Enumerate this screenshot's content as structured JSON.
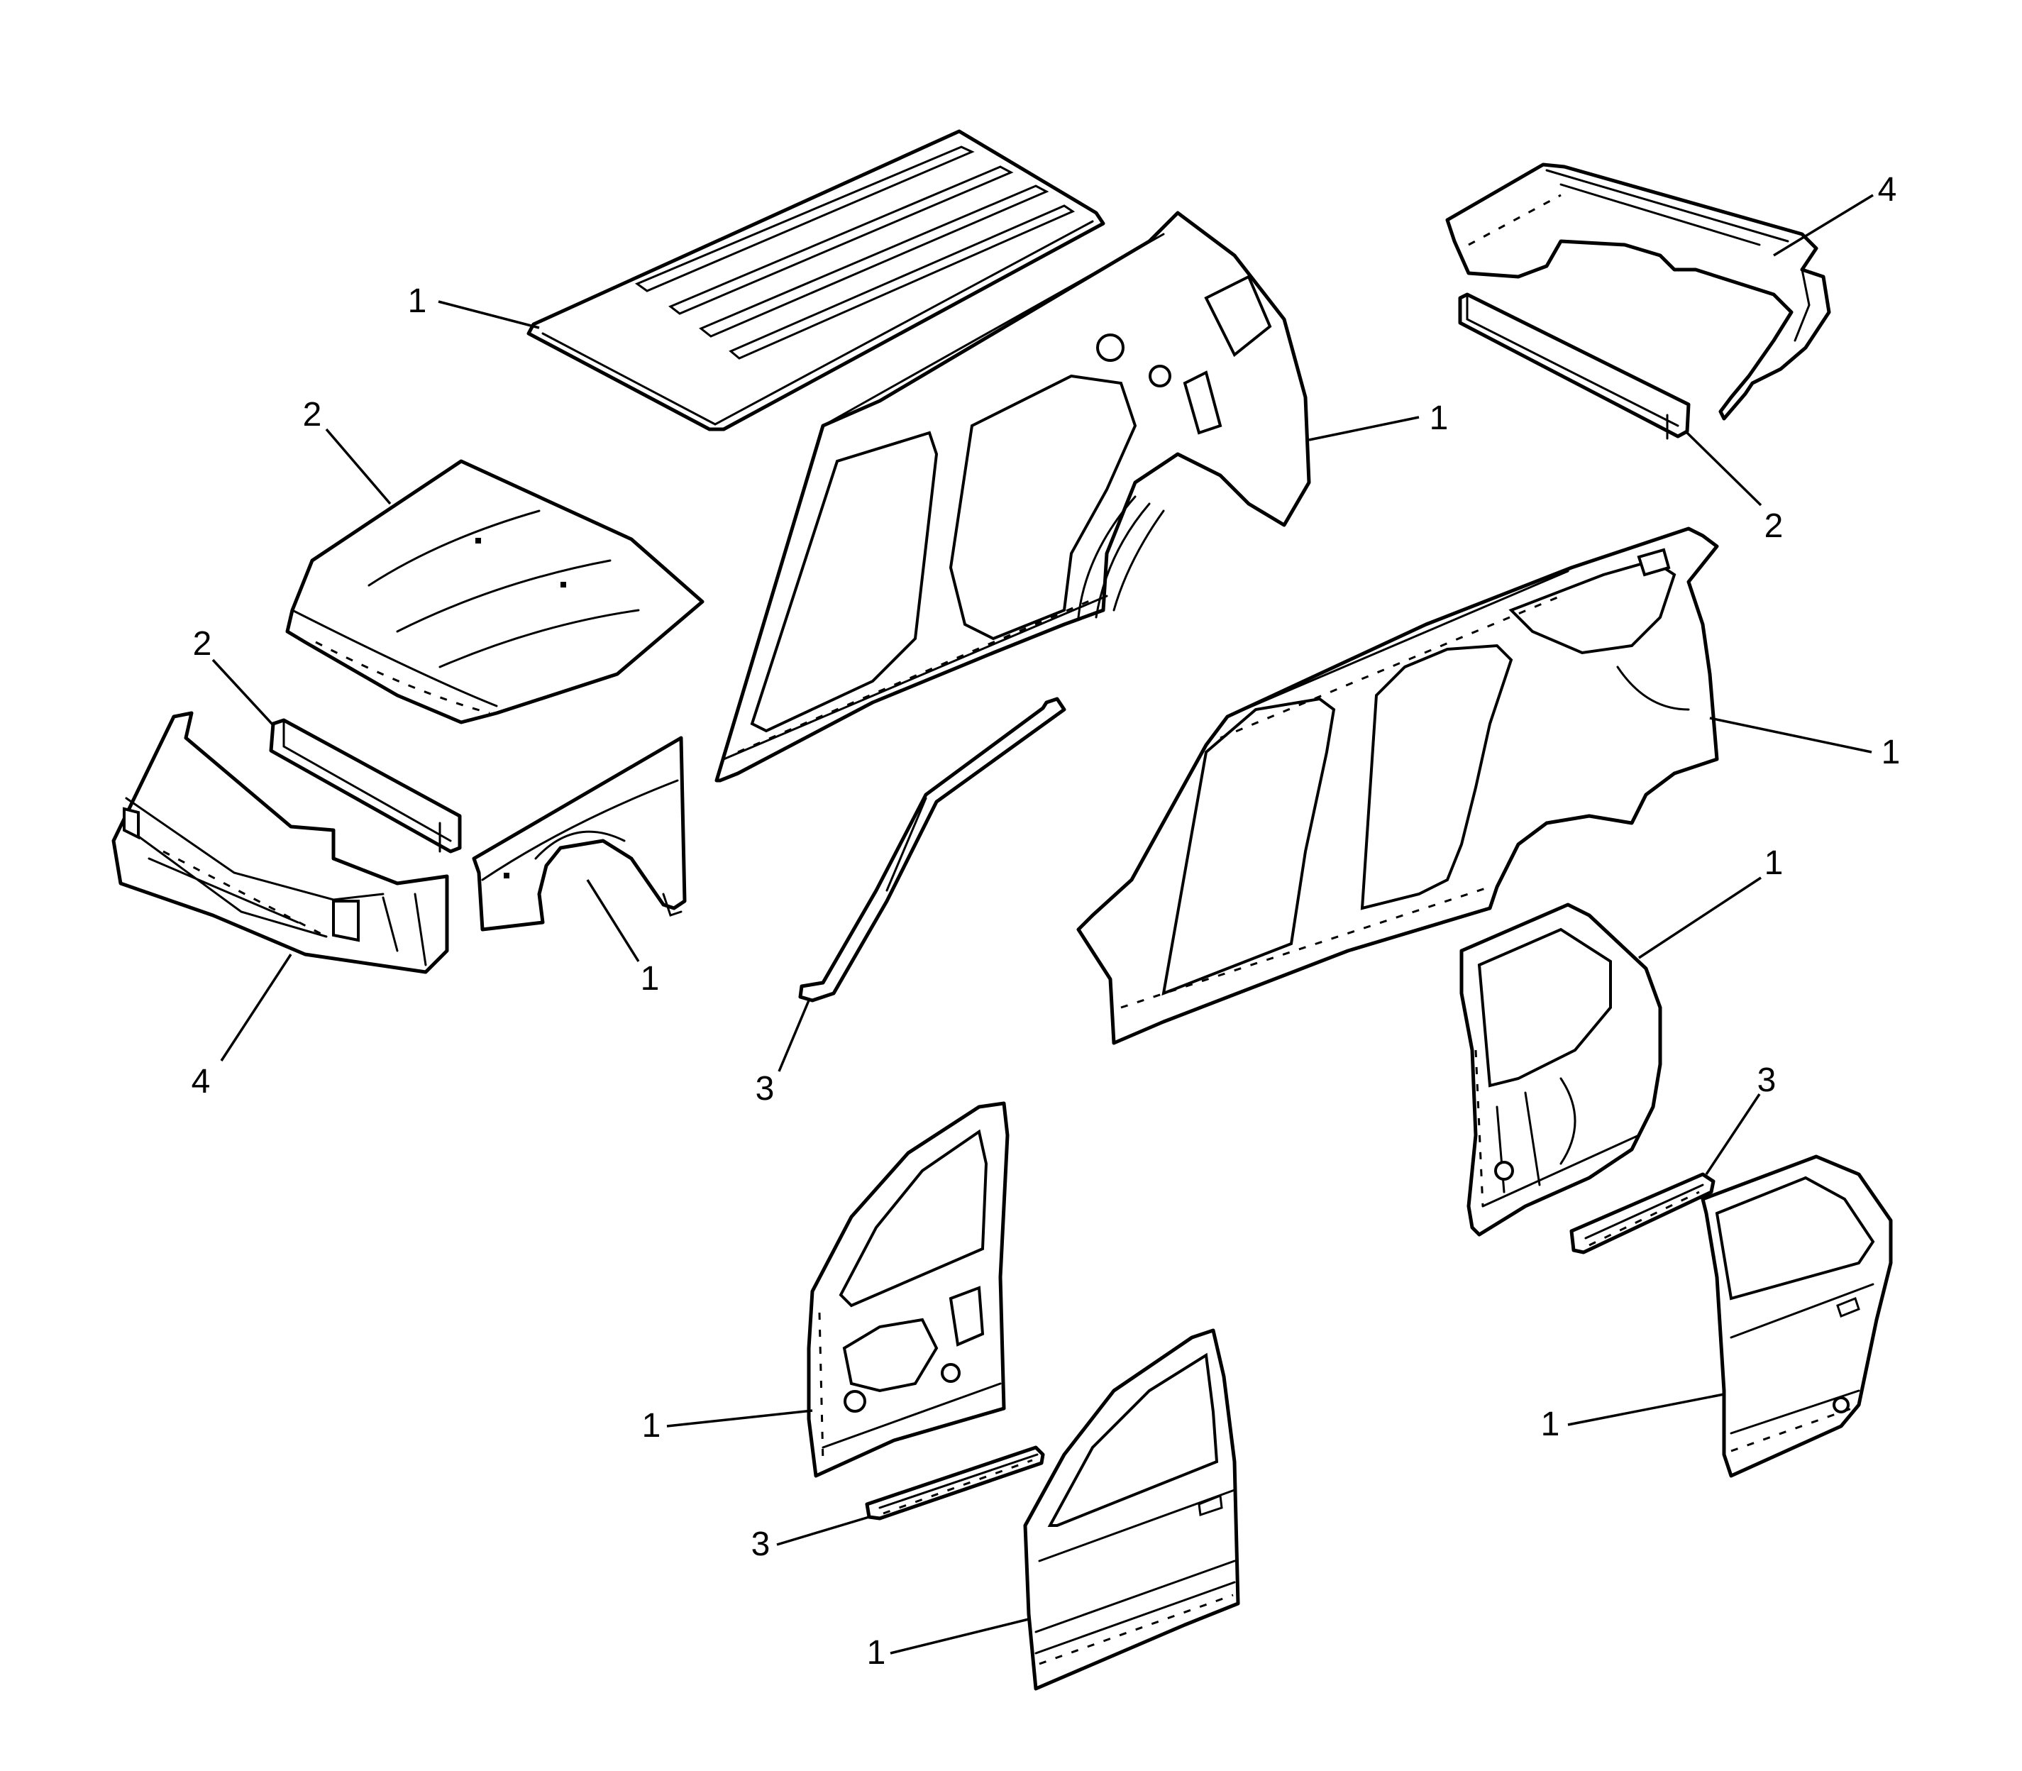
{
  "diagram": {
    "callouts": [
      {
        "id": "roof-panel",
        "label": "1"
      },
      {
        "id": "hood",
        "label": "2"
      },
      {
        "id": "front-impact-bar",
        "label": "2"
      },
      {
        "id": "front-fascia",
        "label": "4"
      },
      {
        "id": "front-fender",
        "label": "1"
      },
      {
        "id": "inner-body-side",
        "label": "1"
      },
      {
        "id": "roof-rail-reinforcement",
        "label": "3"
      },
      {
        "id": "rear-fascia",
        "label": "4"
      },
      {
        "id": "rear-impact-bar",
        "label": "2"
      },
      {
        "id": "outer-body-side",
        "label": "1"
      },
      {
        "id": "rear-door-inner",
        "label": "1"
      },
      {
        "id": "rear-door-sill",
        "label": "3"
      },
      {
        "id": "front-door-inner",
        "label": "1"
      },
      {
        "id": "front-door-sill",
        "label": "3"
      },
      {
        "id": "front-door-outer",
        "label": "1"
      },
      {
        "id": "rear-door-outer",
        "label": "1"
      }
    ]
  }
}
